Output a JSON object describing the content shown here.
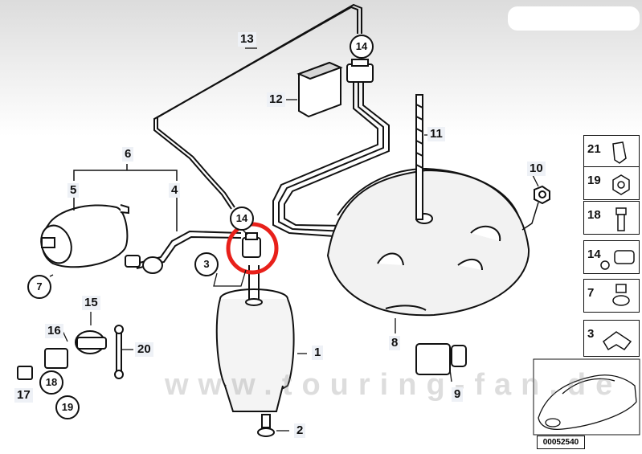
{
  "diagram": {
    "labels": [
      {
        "id": "p1",
        "text": "1"
      },
      {
        "id": "p2",
        "text": "2"
      },
      {
        "id": "p4",
        "text": "4"
      },
      {
        "id": "p5",
        "text": "5"
      },
      {
        "id": "p6",
        "text": "6"
      },
      {
        "id": "p8",
        "text": "8"
      },
      {
        "id": "p9",
        "text": "9"
      },
      {
        "id": "p10",
        "text": "10"
      },
      {
        "id": "p11",
        "text": "11"
      },
      {
        "id": "p12",
        "text": "12"
      },
      {
        "id": "p13",
        "text": "13"
      },
      {
        "id": "p15",
        "text": "15"
      },
      {
        "id": "p16",
        "text": "16"
      },
      {
        "id": "p17",
        "text": "17"
      },
      {
        "id": "p20",
        "text": "20"
      }
    ],
    "circled": [
      {
        "id": "c14a",
        "text": "14"
      },
      {
        "id": "c14b",
        "text": "14"
      },
      {
        "id": "c3",
        "text": "3"
      },
      {
        "id": "c7",
        "text": "7"
      },
      {
        "id": "c18",
        "text": "18"
      },
      {
        "id": "c19",
        "text": "19"
      }
    ],
    "legend": [
      "21",
      "19",
      "18",
      "14",
      "7",
      "3"
    ],
    "document_number": "00052540",
    "watermark": "www.touring-fan.de",
    "highlight_color": "#e8201a"
  }
}
